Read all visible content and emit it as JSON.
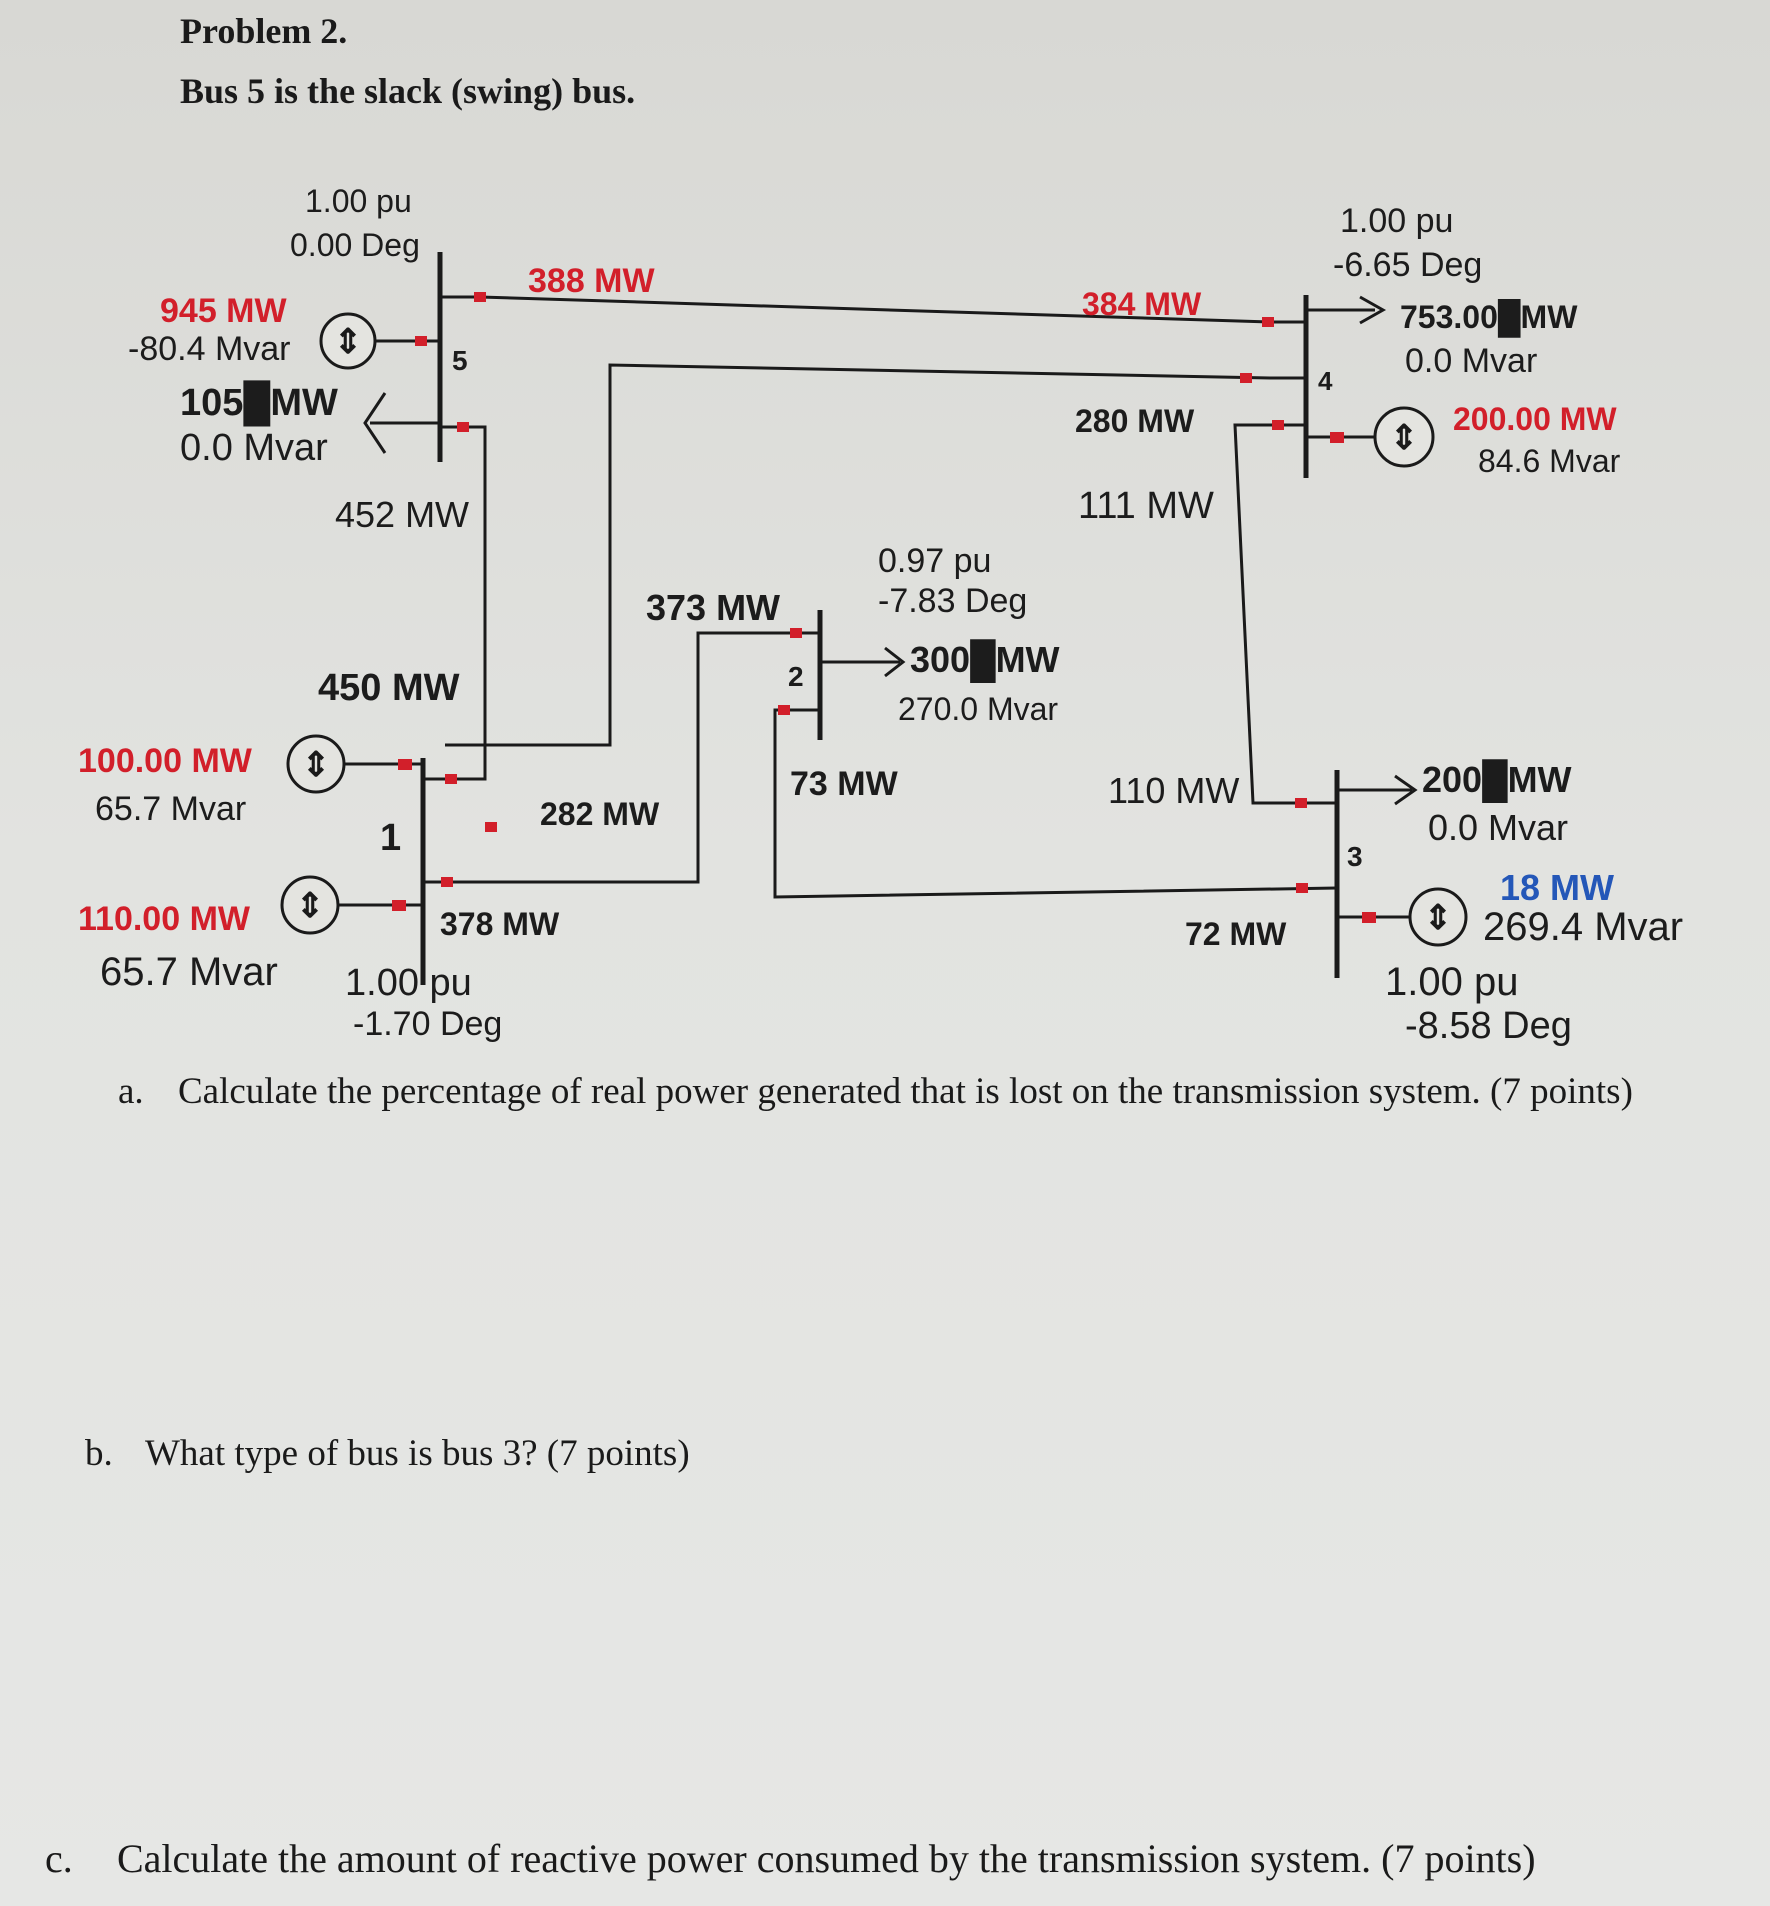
{
  "problem_title": "Problem 2.",
  "subtitle": "Bus 5 is the slack (swing) bus.",
  "diagram": {
    "buses": {
      "bus5": {
        "number": "5",
        "voltage": "1.00 pu",
        "angle": "0.00 Deg",
        "gen_mw": "945 MW",
        "gen_mvar": "-80.4 Mvar",
        "load_mw": "105█MW",
        "load_mvar": "0.0 Mvar"
      },
      "bus4": {
        "number": "4",
        "voltage": "1.00 pu",
        "angle": "-6.65 Deg",
        "load_mw": "753.00█MW",
        "load_mvar": "0.0 Mvar",
        "gen_mw": "200.00 MW",
        "gen_mvar": "84.6 Mvar"
      },
      "bus2": {
        "number": "2",
        "voltage": "0.97 pu",
        "angle": "-7.83 Deg",
        "load_mw": "300█MW",
        "load_mvar": "270.0 Mvar"
      },
      "bus1": {
        "number": "1",
        "voltage": "1.00 pu",
        "angle": "-1.70 Deg",
        "gen_a_mw": "100.00 MW",
        "gen_a_mvar": "65.7 Mvar",
        "gen_b_mw": "110.00 MW",
        "gen_b_mvar": "65.7 Mvar"
      },
      "bus3": {
        "number": "3",
        "voltage": "1.00 pu",
        "angle": "-8.58 Deg",
        "load_mw": "200█MW",
        "load_mvar": "0.0 Mvar",
        "gen_mw": "18 MW",
        "gen_mvar": "269.4 Mvar"
      }
    },
    "flows": {
      "f_388": "388 MW",
      "f_384": "384 MW",
      "f_280": "280 MW",
      "f_111": "111 MW",
      "f_452": "452 MW",
      "f_450": "450 MW",
      "f_373": "373 MW",
      "f_282": "282 MW",
      "f_378": "378 MW",
      "f_73": "73 MW",
      "f_110": "110 MW",
      "f_72": "72 MW"
    },
    "colors": {
      "generation": "#d21f2a",
      "flow": "#1c1c1c",
      "highlight": "#2457b8",
      "breaker": "#d21f2a"
    }
  },
  "questions": [
    {
      "letter": "a.",
      "text": "Calculate the percentage of real power generated that is lost on the transmission system. (7 points)"
    },
    {
      "letter": "b.",
      "text": "What type of bus is bus 3? (7 points)"
    },
    {
      "letter": "c.",
      "text": "Calculate the amount of reactive power consumed by the transmission system. (7 points)"
    }
  ]
}
